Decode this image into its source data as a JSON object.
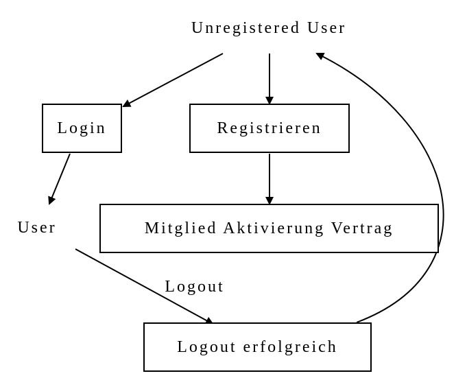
{
  "nodes": {
    "unregistered_user": "Unregistered User",
    "login": "Login",
    "registrieren": "Registrieren",
    "user": "User",
    "mitglied": "Mitglied Aktivierung Vertrag",
    "logout_erfolgreich": "Logout erfolgreich"
  },
  "edges": {
    "logout_label": "Logout"
  }
}
